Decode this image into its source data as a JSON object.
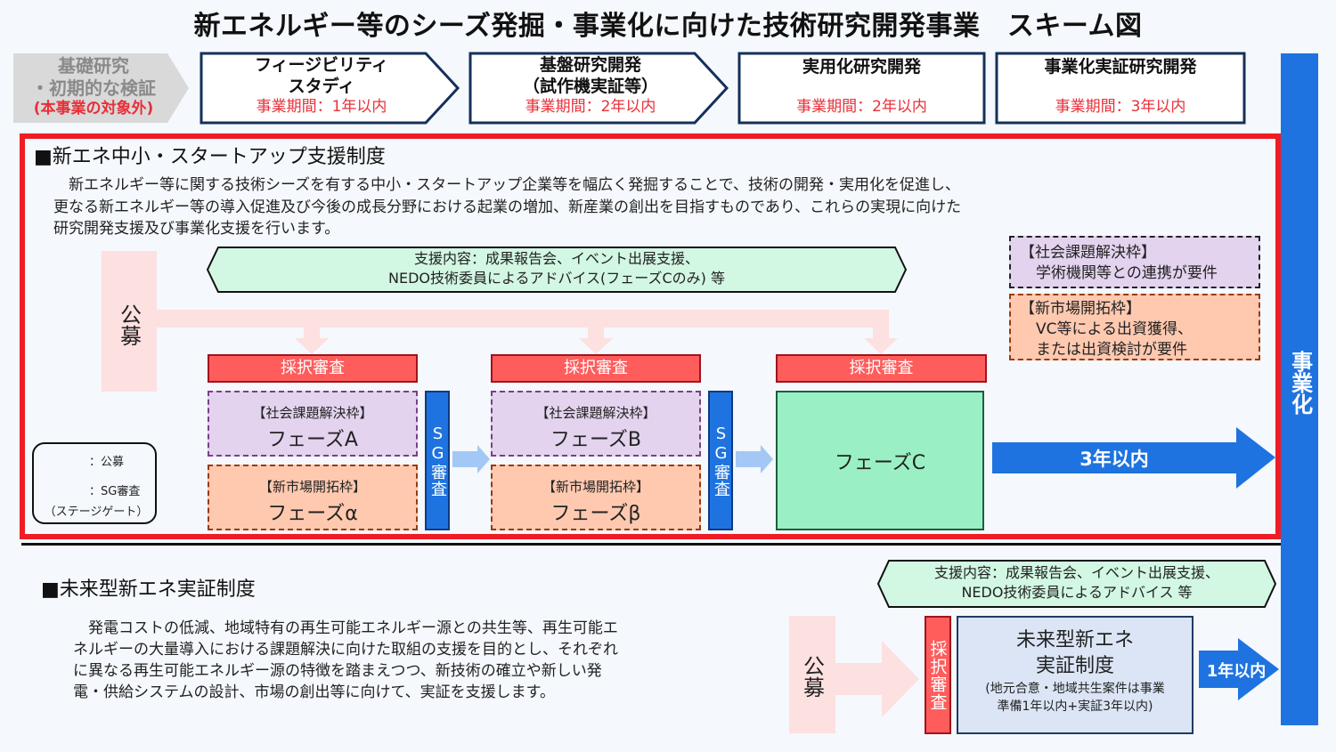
{
  "title": "新エネルギー等のシーズ発掘・事業化に向けた技術研究開発事業　スキーム図",
  "stages": [
    {
      "title_lines": [
        "基礎研究",
        "・初期的な検証"
      ],
      "note": "(本事業の対象外)"
    },
    {
      "title_lines": [
        "フィージビリティ",
        "スタディ"
      ],
      "period": "事業期間：1年以内"
    },
    {
      "title_lines": [
        "基盤研究開発",
        "（試作機実証等）"
      ],
      "period": "事業期間：2年以内"
    },
    {
      "title_lines": [
        "実用化研究開発"
      ],
      "period": "事業期間：2年以内"
    },
    {
      "title_lines": [
        "事業化実証研究開発"
      ],
      "period": "事業期間：3年以内"
    }
  ],
  "commercialization": "事業化",
  "startup_section": {
    "heading": "■新エネ中小・スタートアップ支援制度",
    "description_lines": [
      "　新エネルギー等に関する技術シーズを有する中小・スタートアップ企業等を幅広く発掘することで、技術の開発・実用化を促進し、",
      "更なる新エネルギー等の導入促進及び今後の成長分野における起業の増加、新産業の創出を目指すものであり、これらの実現に向けた",
      "研究開発支援及び事業化支援を行います。"
    ],
    "support_lines": [
      "支援内容：成果報告会、イベント出展支援、",
      "NEDO技術委員によるアドバイス(フェーズCのみ) 等"
    ],
    "koubo": "公募",
    "review_label": "採択審査",
    "sg_label": "SG審査",
    "phases": {
      "a": {
        "frame": "【社会課題解決枠】",
        "name": "フェーズA"
      },
      "alpha": {
        "frame": "【新市場開拓枠】",
        "name": "フェーズα"
      },
      "b": {
        "frame": "【社会課題解決枠】",
        "name": "フェーズB"
      },
      "beta": {
        "frame": "【新市場開拓枠】",
        "name": "フェーズβ"
      },
      "c": {
        "name": "フェーズC"
      }
    },
    "requirements": {
      "social": {
        "title": "【社会課題解決枠】",
        "lines": [
          "学術機関等との連携が要件"
        ]
      },
      "market": {
        "title": "【新市場開拓枠】",
        "lines": [
          "VC等による出資獲得、",
          "または出資検討が要件"
        ]
      }
    },
    "to_commercial": "3年以内",
    "legend": {
      "koubo": "：公募",
      "sg": "：SG審査",
      "sg_note": "（ステージゲート）"
    }
  },
  "mirai_section": {
    "heading": "■未来型新エネ実証制度",
    "description_lines": [
      "　発電コストの低減、地域特有の再生可能エネルギー源との共生等、再生可能エ",
      "ネルギーの大量導入における課題解決に向けた取組の支援を目的とし、それぞれ",
      "に異なる再生可能エネルギー源の特徴を踏まえつつ、新技術の確立や新しい発",
      "電・供給システムの設計、市場の創出等に向けて、実証を支援します。"
    ],
    "support_lines": [
      "支援内容：成果報告会、イベント出展支援、",
      "NEDO技術委員によるアドバイス 等"
    ],
    "koubo": "公募",
    "review_label": "採択審査",
    "box_title_lines": [
      "未来型新エネ",
      "実証制度"
    ],
    "box_note_lines": [
      "(地元合意・地域共生案件は事業",
      "準備1年以内+実証3年以内)"
    ],
    "to_commercial": "1年以内"
  },
  "colors": {
    "accent_blue": "#1e73e0",
    "frame_red": "#ee1c25",
    "review_red": "#ff5c5c",
    "koubo_pink": "#fde0e0",
    "sg_arrow": "#a3c8f5",
    "phase_c_green": "#9af0c4",
    "support_green": "#d2f7e3"
  }
}
